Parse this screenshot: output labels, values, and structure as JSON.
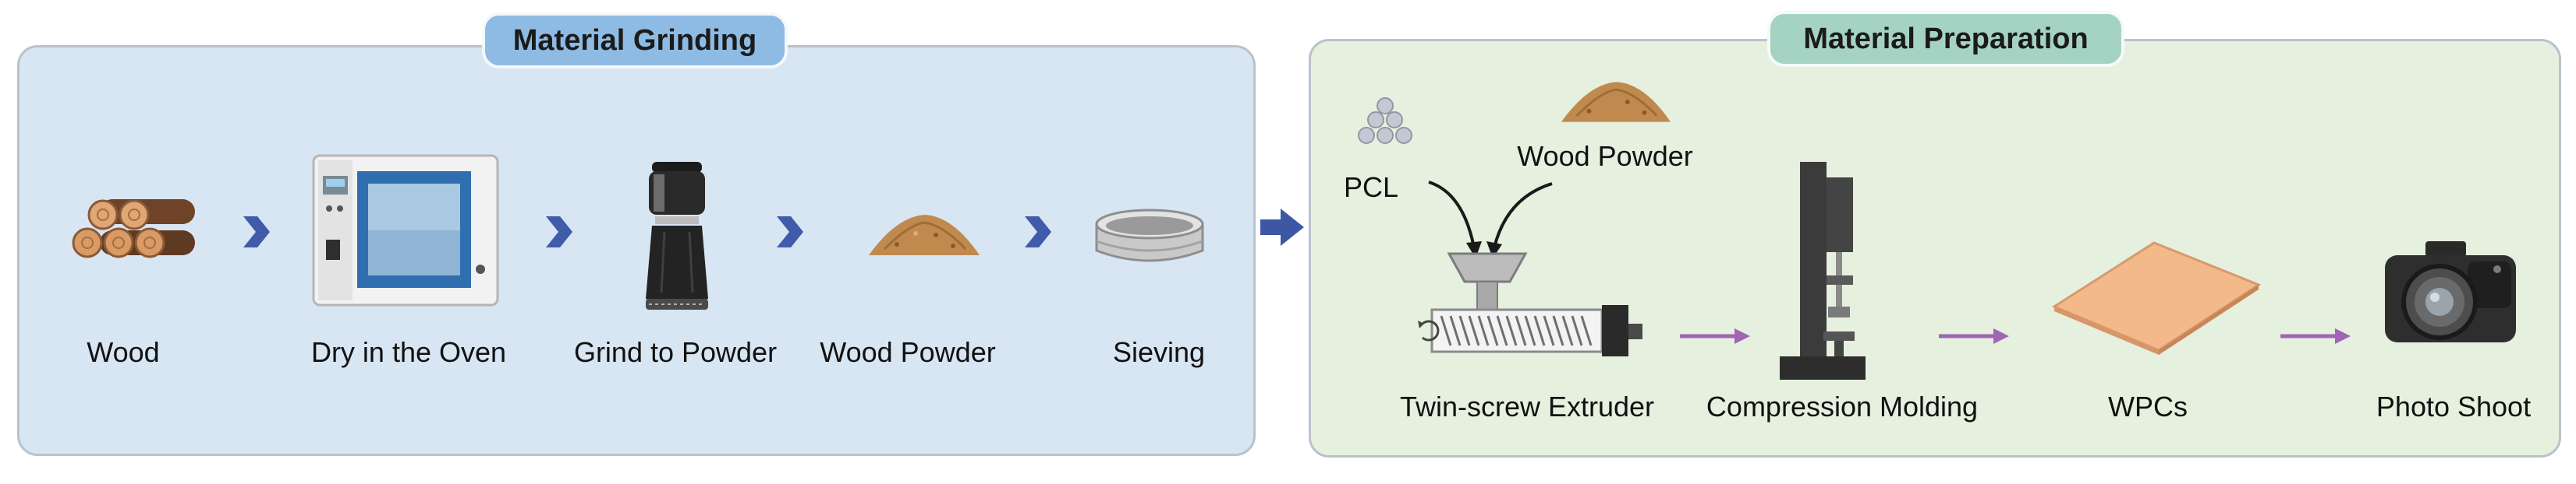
{
  "sections": {
    "grinding": {
      "title": "Material Grinding",
      "steps": [
        {
          "label": "Wood",
          "icon": "wood-logs-icon"
        },
        {
          "label": "Dry in the Oven",
          "icon": "drying-oven-icon"
        },
        {
          "label": "Grind to Powder",
          "icon": "grinder-icon"
        },
        {
          "label": "Wood Powder",
          "icon": "wood-powder-pile-icon"
        },
        {
          "label": "Sieving",
          "icon": "sieve-icon"
        }
      ]
    },
    "preparation": {
      "title": "Material Preparation",
      "inputs": [
        {
          "label": "PCL",
          "icon": "pcl-pellets-icon"
        },
        {
          "label": "Wood Powder",
          "icon": "wood-powder-pile-icon"
        }
      ],
      "steps": [
        {
          "label": "Twin-screw Extruder",
          "icon": "twin-screw-extruder-icon"
        },
        {
          "label": "Compression Molding",
          "icon": "compression-press-icon"
        },
        {
          "label": "WPCs",
          "icon": "wpc-board-icon"
        },
        {
          "label": "Photo Shoot",
          "icon": "camera-icon"
        }
      ]
    }
  },
  "colors": {
    "grinding_panel": "#d8e5f2",
    "grinding_title": "#8ebbe3",
    "preparation_panel": "#e5f0de",
    "preparation_title": "#a5d3c3",
    "grinding_arrow": "#3f5ba9",
    "preparation_arrow": "#a065b4",
    "connector_arrow": "#3d57a5"
  }
}
